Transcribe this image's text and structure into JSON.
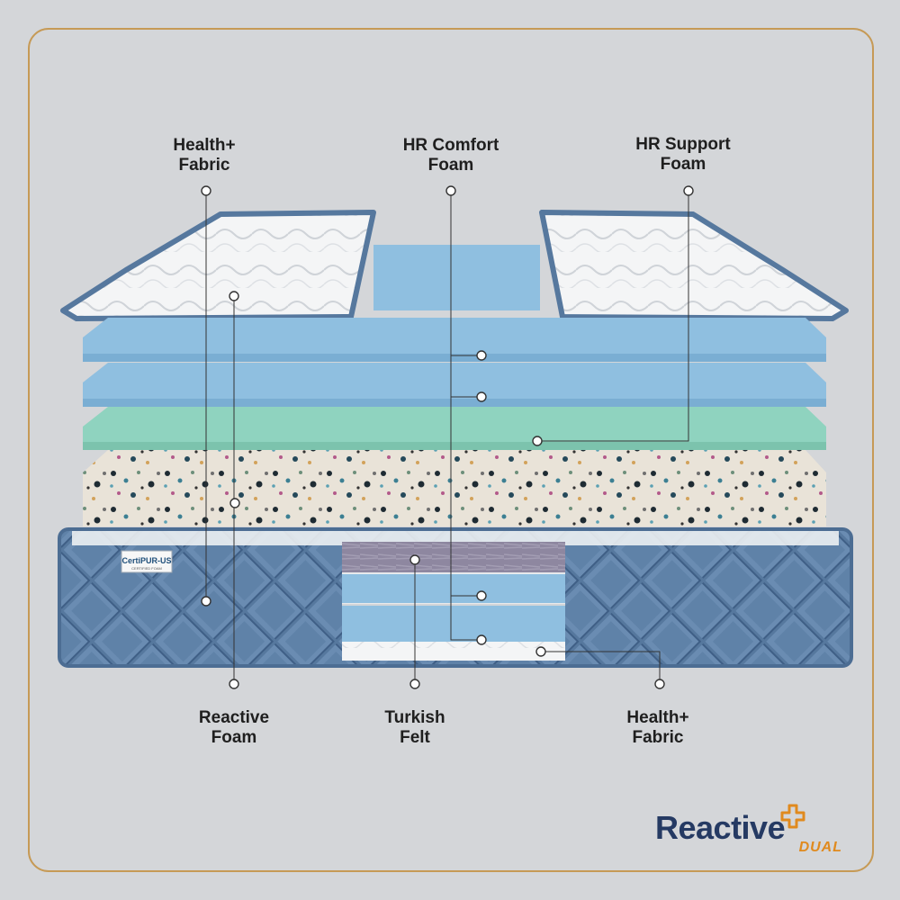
{
  "labels": {
    "top_left": [
      "Health+",
      "Fabric"
    ],
    "top_center": [
      "HR Comfort",
      "Foam"
    ],
    "top_right": [
      "HR Support",
      "Foam"
    ],
    "bottom_left": [
      "Reactive",
      "Foam"
    ],
    "bottom_center": [
      "Turkish",
      "Felt"
    ],
    "bottom_right": [
      "Health+",
      "Fabric"
    ]
  },
  "badge": {
    "brand": "CertiPUR-US",
    "sub": "CERTIFIED FOAM"
  },
  "brand": {
    "word": "Reactive",
    "sub": "DUAL"
  },
  "colors": {
    "background": "#d4d6d9",
    "frame": "#c69a56",
    "blue_foam": "#8fbfe0",
    "green_foam": "#8fd3bf",
    "quilted_cover": "#56789e",
    "brand_navy": "#253a63",
    "brand_orange": "#e08a1e"
  }
}
